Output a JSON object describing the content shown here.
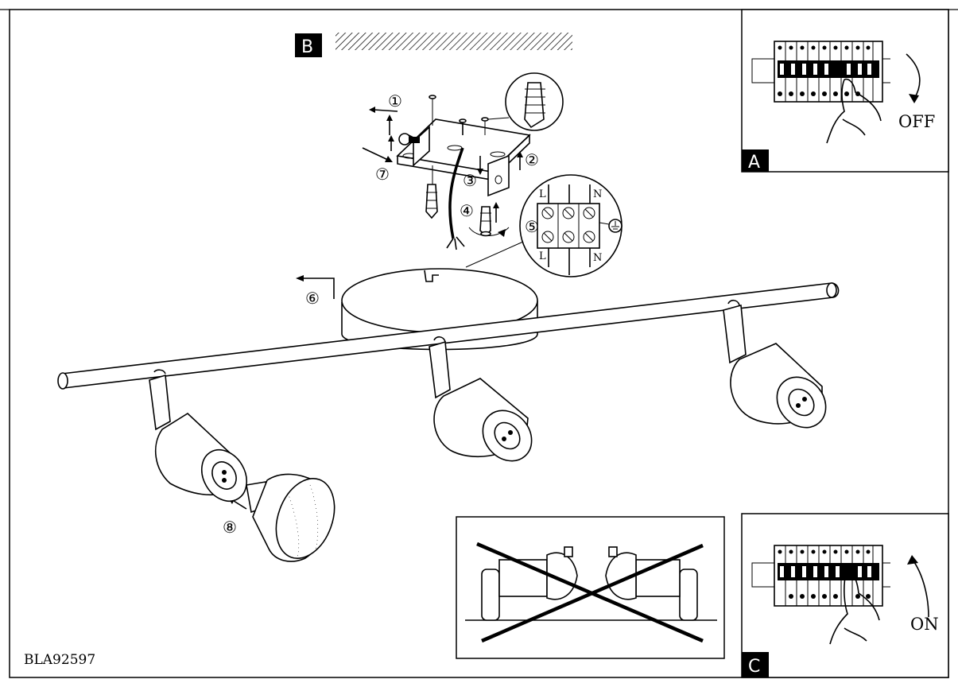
{
  "document": {
    "code": "BLA92597"
  },
  "panels": {
    "a": {
      "letter": "A",
      "caption": "OFF"
    },
    "b": {
      "letter": "B"
    },
    "c": {
      "letter": "C",
      "caption": "ON"
    }
  },
  "steps": [
    "①",
    "②",
    "③",
    "④",
    "⑤",
    "⑥",
    "⑦",
    "⑧"
  ],
  "terminal": {
    "top_l": "L",
    "top_n": "N",
    "bottom_l": "L",
    "bottom_n": "N"
  }
}
